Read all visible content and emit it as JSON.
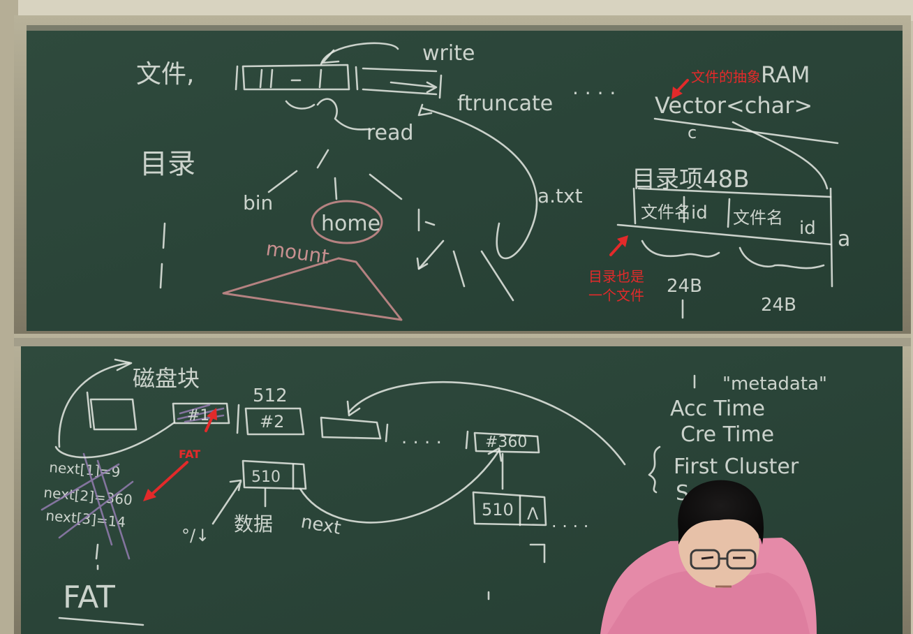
{
  "board_top": {
    "label_file": "文件,",
    "label_write": "write",
    "label_ftruncate": "ftruncate",
    "label_read": "read",
    "label_dots": ". . . .",
    "label_ram": "RAM",
    "label_vector": "Vector<char>",
    "label_c": "c",
    "label_directory": "目录",
    "label_bin": "bin",
    "label_home": "home",
    "label_mount": "mount",
    "label_atxt": "a.txt",
    "label_entry": "目录项48B",
    "label_entry_field1": "文件名",
    "label_entry_id1": "id",
    "label_entry_field2": "文件名",
    "label_entry_id2": "id",
    "label_entry_tail": "a",
    "label_24b_1": "24B",
    "label_24b_2": "24B"
  },
  "board_bottom": {
    "label_header": "磁盘块",
    "label_512": "512",
    "label_block1": "#1",
    "label_block2": "#2",
    "label_block360": "#360",
    "label_next1": "next[1]=9",
    "label_next2": "next[2]=360",
    "label_next3": "next[3]=14",
    "label_fat_big": "FAT",
    "label_data1": "510",
    "label_data2": "510",
    "label_arrow_label": "数据",
    "label_next": "next",
    "label_metadata": "\"metadata\"",
    "label_acc": "Acc Time",
    "label_cre": "Cre Time",
    "label_first": "First Cluster",
    "label_s": "S"
  },
  "annotations": {
    "file_abstraction": "文件的抽象",
    "dir_is_file_line1": "目录也是",
    "dir_is_file_line2": "一个文件",
    "fat": "FAT"
  }
}
